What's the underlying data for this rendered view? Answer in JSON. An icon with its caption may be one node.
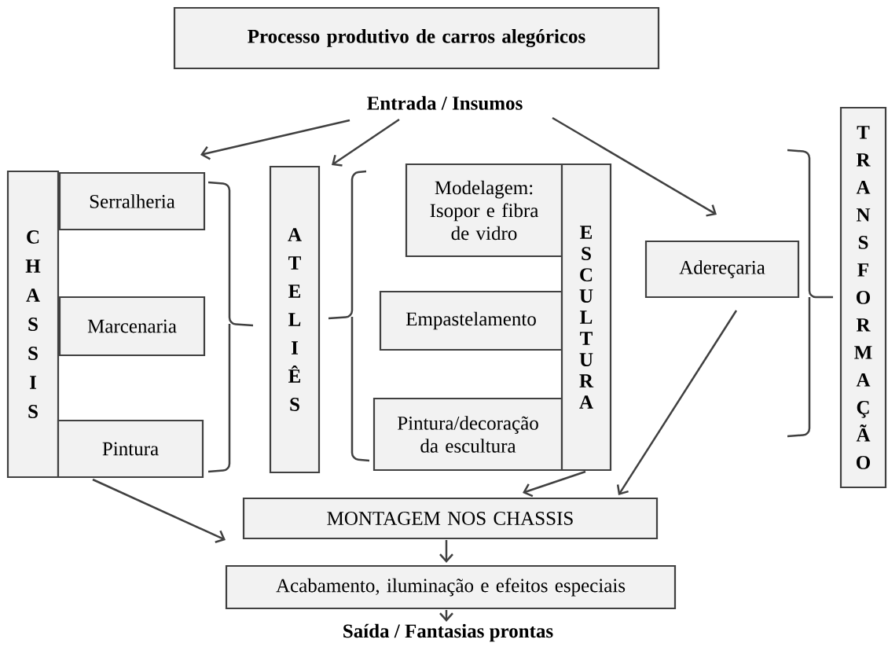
{
  "diagram": {
    "nodes": [
      {
        "text": [
          "Processo produtivo de carros alegóricos"
        ]
      },
      {
        "text": [
          "Entrada / Insumos"
        ]
      },
      {
        "text": [
          "CHASSIS"
        ]
      },
      {
        "text": [
          "Serralheria"
        ]
      },
      {
        "text": [
          "Marcenaria"
        ]
      },
      {
        "text": [
          "Pintura"
        ]
      },
      {
        "text": [
          "ATELIÊS"
        ]
      },
      {
        "text": [
          "Modelagem: Isopor e fibra de vidro"
        ]
      },
      {
        "text": [
          "Empastelamento"
        ]
      },
      {
        "text": [
          "Pintura/decoração da escultura"
        ]
      },
      {
        "text": [
          "ESCULTURA"
        ]
      },
      {
        "text": [
          "Adereçaria"
        ]
      },
      {
        "text": [
          "TRANSFORMAÇÃO"
        ]
      },
      {
        "text": [
          "MONTAGEM NOS CHASSIS"
        ]
      },
      {
        "text": [
          "Acabamento, iluminação e efeitos especiais"
        ]
      },
      {
        "text": [
          "Saída / Fantasias prontas"
        ]
      }
    ],
    "edges": [
      {
        "from": 1,
        "to": 3,
        "arrow": "to"
      },
      {
        "from": 1,
        "to": 6,
        "arrow": "to"
      },
      {
        "from": 1,
        "to": 11,
        "arrow": "to"
      },
      {
        "from": 5,
        "to": 13,
        "arrow": "to"
      },
      {
        "from": 10,
        "to": 13,
        "arrow": "to"
      },
      {
        "from": 11,
        "to": 13,
        "arrow": "to"
      },
      {
        "from": 13,
        "to": 14,
        "arrow": "to"
      },
      {
        "from": 14,
        "to": 15,
        "arrow": "to"
      }
    ]
  }
}
